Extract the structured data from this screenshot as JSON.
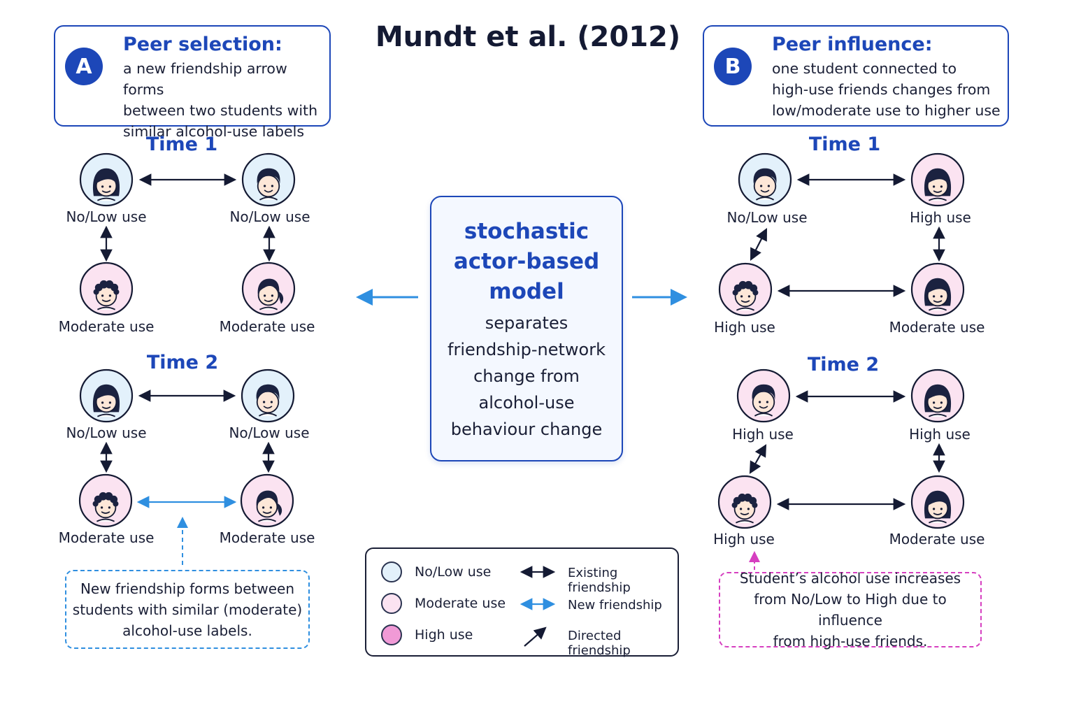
{
  "title": "Mundt et al. (2012)",
  "panel_a": {
    "badge": "A",
    "heading": "Peer selection:",
    "lines": [
      "a new friendship arrow forms",
      "between two students with",
      "similar alcohol-use labels"
    ],
    "time1": {
      "label": "Time 1",
      "nodes": [
        "No/Low use",
        "No/Low use",
        "Moderate use",
        "Moderate use"
      ]
    },
    "time2": {
      "label": "Time 2",
      "nodes": [
        "No/Low use",
        "No/Low use",
        "Moderate use",
        "Moderate use"
      ]
    },
    "note_lines": [
      "New friendship forms between",
      "students with similar (moderate)",
      "alcohol-use labels."
    ]
  },
  "center": {
    "strong_lines": [
      "stochastic",
      "actor-based",
      "model"
    ],
    "body_lines": [
      "separates",
      "friendship-network",
      "change from",
      "alcohol-use",
      "behaviour change"
    ]
  },
  "panel_b": {
    "badge": "B",
    "heading": "Peer influence:",
    "lines": [
      "one student connected to",
      "high-use friends changes from",
      "low/moderate use to higher use"
    ],
    "time1": {
      "label": "Time 1",
      "nodes": [
        "No/Low use",
        "High use",
        "High use",
        "Moderate use"
      ]
    },
    "time2": {
      "label": "Time 2",
      "nodes": [
        "High use",
        "High use",
        "High use",
        "Moderate use"
      ]
    },
    "note_lines": [
      "Student’s alcohol use increases",
      "from No/Low to High due to influence",
      "from high-use friends."
    ]
  },
  "legend": {
    "categories": [
      {
        "label": "No/Low use",
        "color": "#e3f1fb"
      },
      {
        "label": "Moderate use",
        "color": "#fbe3f1"
      },
      {
        "label": "High use",
        "color": "#f09ad6"
      }
    ],
    "arrows": [
      "Existing friendship",
      "New friendship",
      "Directed friendship"
    ]
  },
  "colors": {
    "accent": "#1d47b8",
    "new_friendship": "#2f8fe0",
    "influence_note": "#d63fc0",
    "existing_arrow": "#141a33"
  }
}
